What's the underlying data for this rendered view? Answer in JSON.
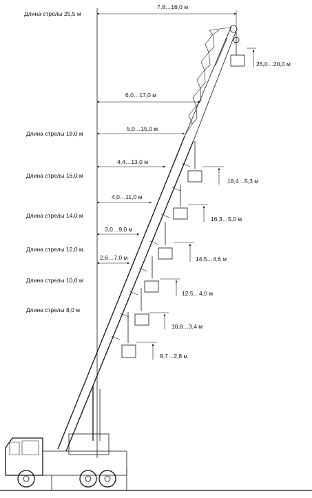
{
  "boom_lengths": [
    {
      "label": "Длина стрелы 25,5 м"
    },
    {
      "label": "Длина стрелы 18,0 м"
    },
    {
      "label": "Длина стрелы 16,0 м"
    },
    {
      "label": "Длина стрелы 14,0 м"
    },
    {
      "label": "Длина стрелы 12,0 м."
    },
    {
      "label": "Длина стрелы 10,0 м"
    },
    {
      "label": "Длина стрелы 8,0 м"
    }
  ],
  "reach_ranges": [
    {
      "label": "7,8…16,0 м"
    },
    {
      "label": "6,0…17,0 м"
    },
    {
      "label": "5,0…15,0 м"
    },
    {
      "label": "4,4…13,0 м"
    },
    {
      "label": "4,0…11,0 м"
    },
    {
      "label": "3,0…9,0 м"
    },
    {
      "label": "2,6…7,0 м"
    }
  ],
  "height_ranges": [
    {
      "label": "26,0…20,0 м"
    },
    {
      "label": "18,4…5,3 м"
    },
    {
      "label": "16,3…5,0 м"
    },
    {
      "label": "14,5…4,6 м"
    },
    {
      "label": "12,5…4,0 м"
    },
    {
      "label": "10,8…3,4 м"
    },
    {
      "label": "8,7…2,8 м"
    }
  ]
}
